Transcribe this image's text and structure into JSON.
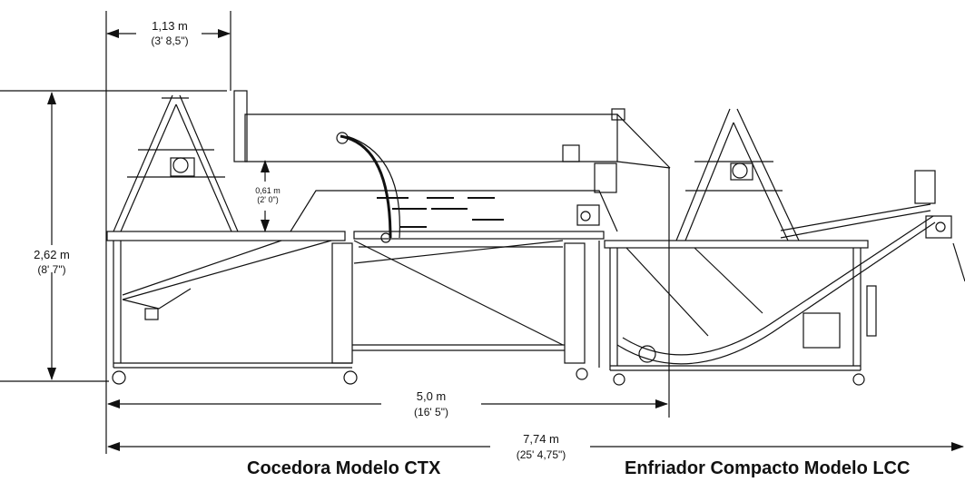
{
  "dimensions": {
    "top_width": {
      "metric": "1,13 m",
      "imperial": "(3' 8,5\")"
    },
    "height": {
      "metric": "2,62 m",
      "imperial": "(8' 7\")"
    },
    "gap": {
      "metric": "0,61 m",
      "imperial": "(2' 0\")"
    },
    "cooker_length": {
      "metric": "5,0 m",
      "imperial": "(16' 5\")"
    },
    "total_length": {
      "metric": "7,74 m",
      "imperial": "(25' 4,75\")"
    }
  },
  "captions": {
    "cooker": "Cocedora Modelo CTX",
    "chiller": "Enfriador Compacto Modelo LCC"
  },
  "colors": {
    "line": "#111111",
    "background": "#ffffff"
  }
}
